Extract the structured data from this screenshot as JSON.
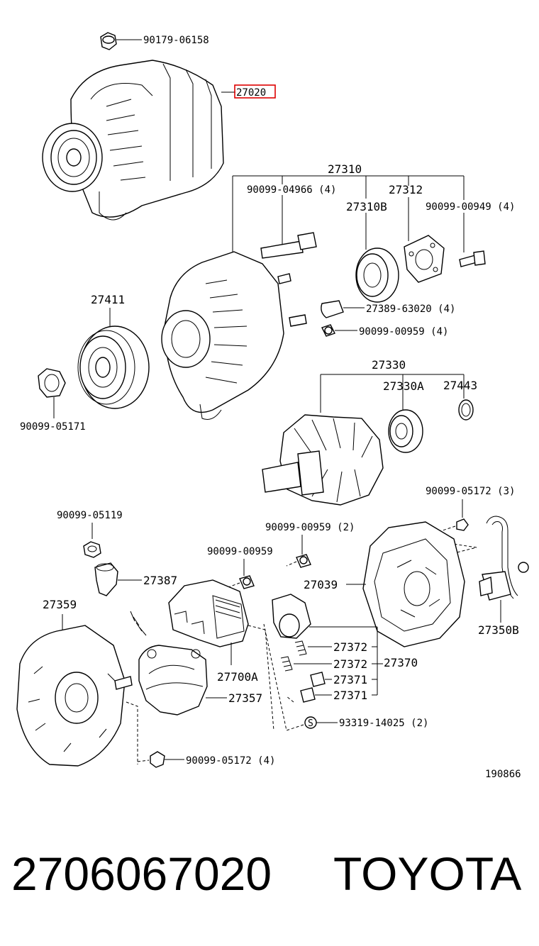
{
  "labels": {
    "nut_top": "90179-06158",
    "alternator": "27020",
    "frame_assy": "27310",
    "bolt_04966": "90099-04966 (4)",
    "bearing_27310b": "27310B",
    "retainer_27312": "27312",
    "screw_00949": "90099-00949 (4)",
    "pulley": "27411",
    "nut_05171": "90099-05171",
    "insulator_63020": "27389-63020 (4)",
    "screw_00959_4": "90099-00959 (4)",
    "rotor": "27330",
    "bearing_27330a": "27330A",
    "cover_27443": "27443",
    "nut_05172_3": "90099-05172 (3)",
    "nut_05119": "90099-05119",
    "screw_00959_2": "90099-00959 (2)",
    "screw_00959": "90099-00959",
    "terminal_27387": "27387",
    "holder_27039": "27039",
    "frame_27359": "27359",
    "terminal_27350b": "27350B",
    "spring_27372_a": "27372",
    "spring_27372_b": "27372",
    "brush_27370": "27370",
    "brush_27371_a": "27371",
    "brush_27371_b": "27371",
    "regulator_27700a": "27700A",
    "rectifier_27357": "27357",
    "screw_14025": "93319-14025 (2)",
    "nut_05172_4": "90099-05172 (4)",
    "diagram_no": "190866",
    "s_mark": "S"
  },
  "footer": {
    "part_number": "2706067020",
    "brand": "TOYOTA"
  }
}
